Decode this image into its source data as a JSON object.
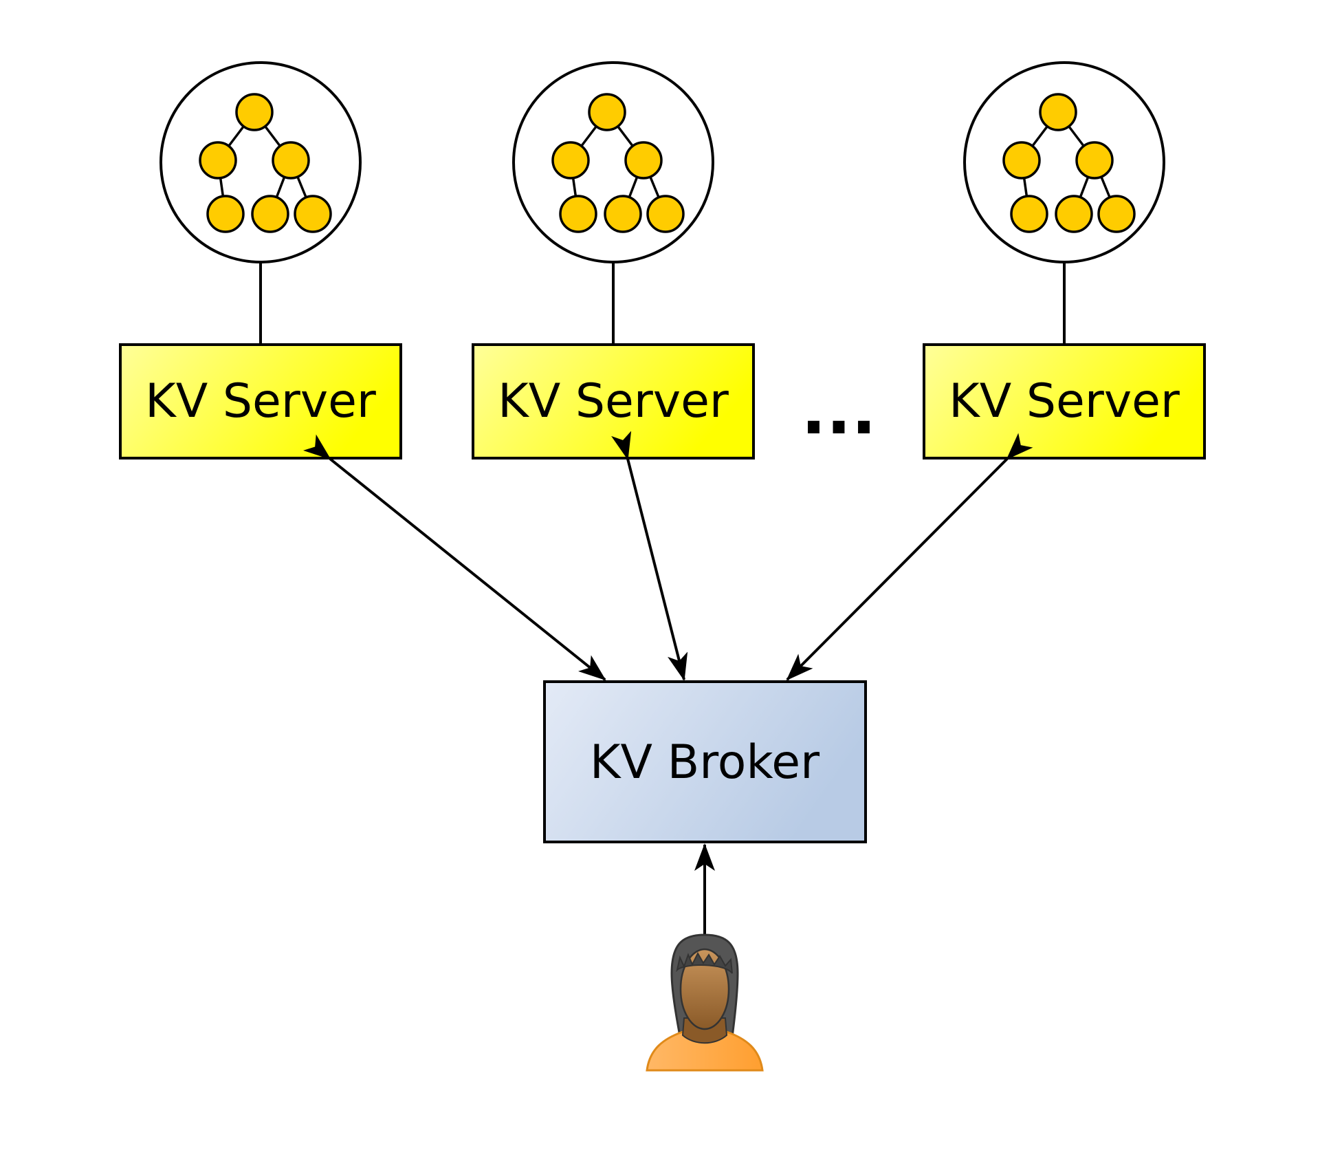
{
  "servers": [
    {
      "label": "KV Server",
      "icon": "tree-database-icon"
    },
    {
      "label": "KV Server",
      "icon": "tree-database-icon"
    },
    {
      "label": "KV Server",
      "icon": "tree-database-icon"
    }
  ],
  "ellipsis": "...",
  "broker": {
    "label": "KV Broker"
  },
  "user": {
    "icon": "user-woman-icon"
  },
  "colors": {
    "server_fill_start": "#ffff99",
    "server_fill_end": "#ffff00",
    "broker_fill_start": "#e3eaf6",
    "broker_fill_end": "#b8cbe5",
    "tree_node": "#ffcc00",
    "user_shirt": "#ffa94d",
    "user_skin": "#a0703c",
    "user_hair": "#555555"
  }
}
